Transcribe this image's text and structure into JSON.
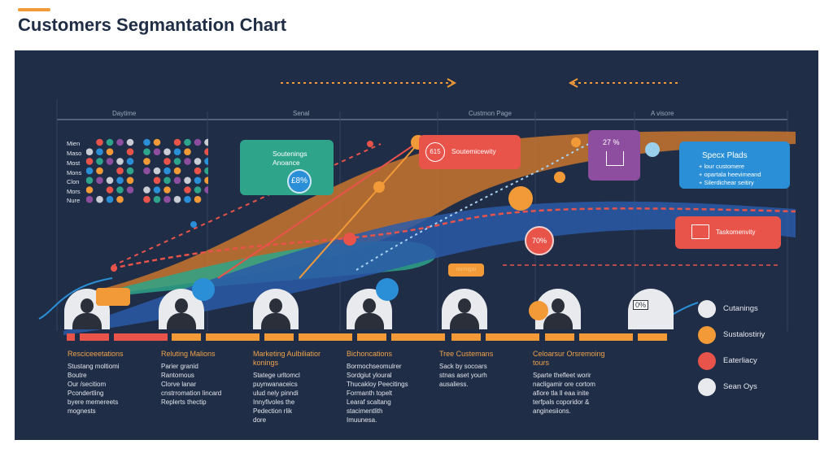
{
  "title": "Customers Segmantation Chart",
  "colors": {
    "panel": "#1f2d47",
    "orange": "#f29a38",
    "red": "#e8534a",
    "teal": "#2ea58a",
    "blue": "#2a8fd6",
    "purple": "#8e4ea0"
  },
  "column_headers": [
    "Daytime",
    "Senal",
    "Custmon Page",
    "A visore"
  ],
  "row_labels": [
    "Mien",
    "Maso",
    "Most",
    "Mons",
    "Clon",
    "Mors",
    "Nure"
  ],
  "callouts": {
    "teal": {
      "title": "Soutenings Anoance",
      "value": "£8%"
    },
    "red_top": {
      "title": "Soutemicewity",
      "value": "615"
    },
    "purple": {
      "value": "27 %"
    },
    "blue": {
      "title": "Specx Plads",
      "bullets": [
        "lour customere",
        "opartala heevimeand",
        "Silerdichear seitiry"
      ]
    },
    "red_right": {
      "title": "Taskomenvity"
    },
    "red_circle": {
      "value": "70%"
    },
    "orange_small": {
      "value": "oumigai"
    },
    "truck": {
      "value": "0%"
    }
  },
  "columns": [
    {
      "title": "Resciceeetations",
      "text": [
        "Stustang moltiomi",
        "Boutre",
        "Our /secitiom",
        "Pcondertling",
        "byere memereets",
        "mognests"
      ]
    },
    {
      "title": "Reluting Malions",
      "text": [
        "Parier granid",
        "Rantomous",
        "Clorve lanar",
        "cnstrromation lincard",
        "Replerts thectip"
      ]
    },
    {
      "title": "Marketing Aulbiliatior konings",
      "text": [
        "Statege urltomcl",
        "puynwanaceics",
        "ulud nely pinndi",
        "Innyfivoles the",
        "Pedection rlik",
        "dore"
      ]
    },
    {
      "title": "Bichoncations",
      "text": [
        "Bormochseomulrer",
        "Sordgiut yloural",
        "Thucakloy Peecitings",
        "Formanth topelt",
        "Learaf scaltang",
        "stacimentlith",
        "Imuunesa."
      ]
    },
    {
      "title": "Tree Custemans",
      "text": [
        "Sack by socoars",
        "stnas aset yourh",
        "ausaliess."
      ]
    },
    {
      "title": "Celoarsur Orsremoing tours",
      "text": [
        "Sparte thefleet worir",
        "nacligamir ore cortom",
        "afiore tla ll eaa inite",
        "terfpals coporidor &",
        "anginesiions."
      ]
    }
  ],
  "legend": [
    {
      "label": "Cutanings",
      "color": "#e8eaee"
    },
    {
      "label": "Sustalostiriy",
      "color": "#f29a38"
    },
    {
      "label": "Eaterliacy",
      "color": "#e8534a"
    },
    {
      "label": "Sean Oys",
      "color": "#e8eaee"
    }
  ]
}
